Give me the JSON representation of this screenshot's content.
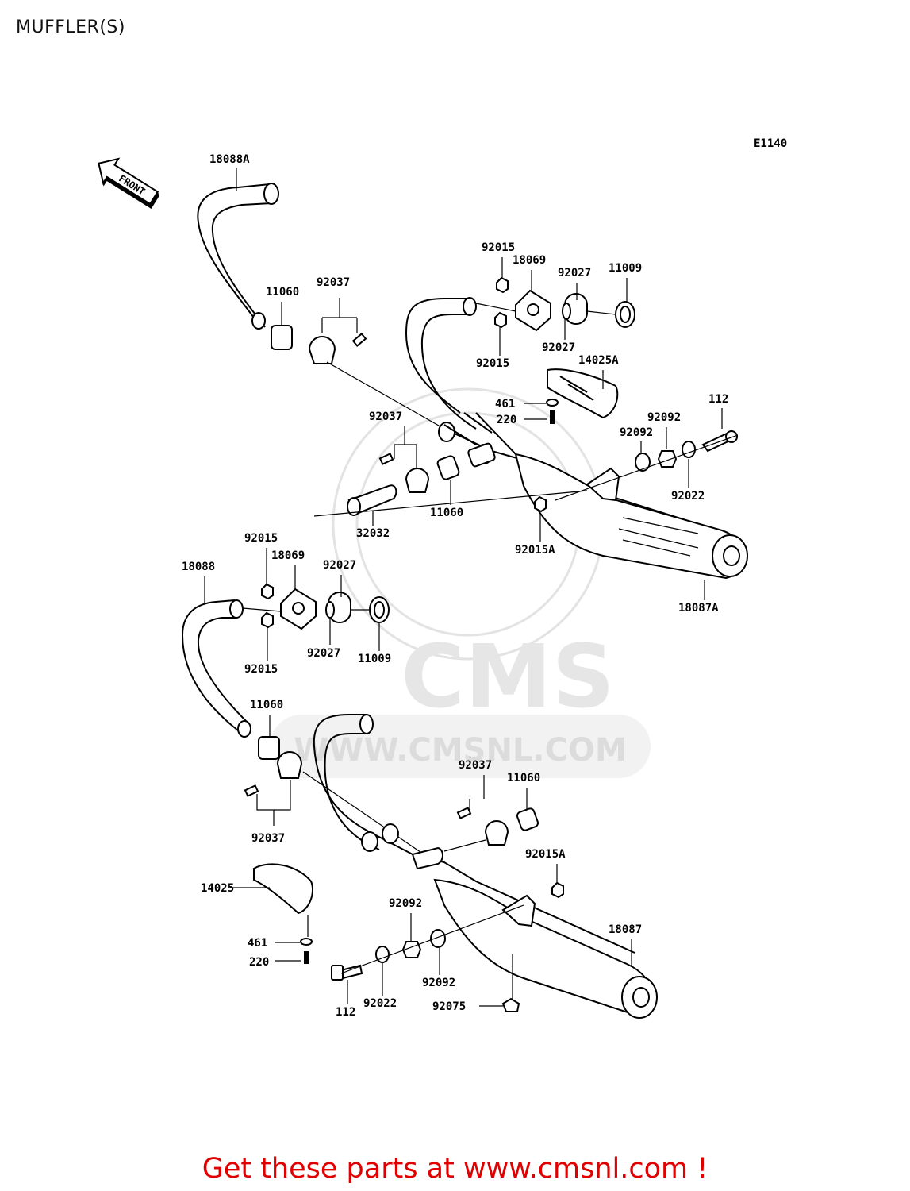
{
  "title": "MUFFLER(S)",
  "diagram_code": "E1140",
  "front_label": "FRONT",
  "watermark": {
    "brand": "CMS",
    "url": "WWW.CMSNL.COM"
  },
  "footer_text": "Get these parts at www.cmsnl.com !",
  "part_labels": {
    "p18088A": "18088A",
    "p11060_a": "11060",
    "p92037_a": "92037",
    "p92015_a": "92015",
    "p18069_a": "18069",
    "p92027_a": "92027",
    "p11009_a": "11009",
    "p92027_b": "92027",
    "p92015_b": "92015",
    "p14025A": "14025A",
    "p461_a": "461",
    "p220_a": "220",
    "p112_a": "112",
    "p92092_a": "92092",
    "p92092_b": "92092",
    "p92037_b": "92037",
    "p11060_b": "11060",
    "p92022_a": "92022",
    "p32032": "32032",
    "p92015A_a": "92015A",
    "p18087A": "18087A",
    "p92015_c": "92015",
    "p18069_b": "18069",
    "p92027_c": "92027",
    "p18088": "18088",
    "p92027_d": "92027",
    "p11009_b": "11009",
    "p92015_d": "92015",
    "p11060_c": "11060",
    "p92037_c": "92037",
    "p11060_d": "11060",
    "p92037_d": "92037",
    "p92015A_b": "92015A",
    "p14025": "14025",
    "p92092_c": "92092",
    "p18087": "18087",
    "p461_b": "461",
    "p220_b": "220",
    "p92092_d": "92092",
    "p112_b": "112",
    "p92022_b": "92022",
    "p92075": "92075"
  }
}
